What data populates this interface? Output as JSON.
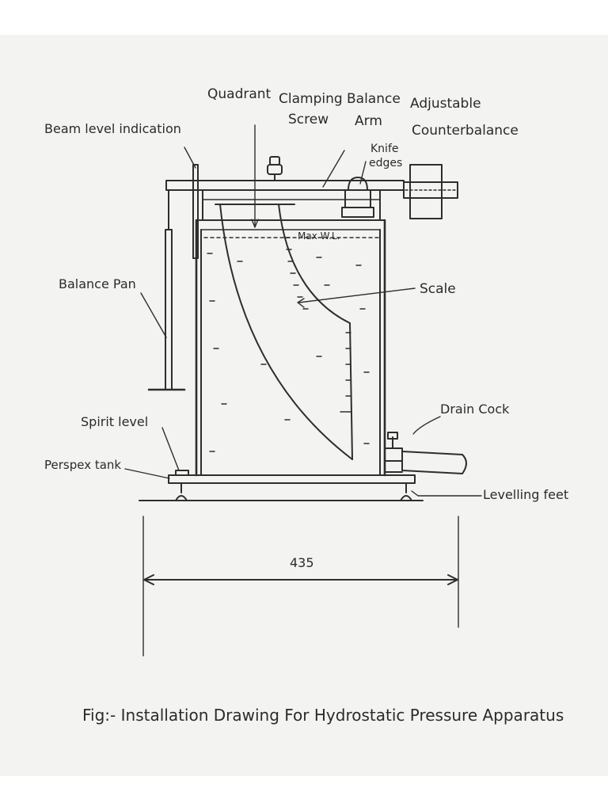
{
  "labels": {
    "quadrant": "Quadrant",
    "clamping_screw_1": "Clamping",
    "clamping_screw_2": "Screw",
    "balance_arm_1": "Balance",
    "balance_arm_2": "Arm",
    "adjustable_1": "Adjustable",
    "adjustable_2": "Counterbalance",
    "beam_level": "Beam level indication",
    "knife_1": "Knife",
    "knife_2": "edges",
    "max_wl": "Max W.L.",
    "balance_pan": "Balance Pan",
    "scale": "Scale",
    "drain_cock": "Drain Cock",
    "spirit_level": "Spirit level",
    "perspex_tank": "Perspex tank",
    "levelling_feet": "Levelling feet",
    "dimension": "435"
  },
  "caption": "Fig:- Installation Drawing For Hydrostatic Pressure Apparatus",
  "colors": {
    "ink": "#2e2e2e",
    "paper": "#f3f3f1"
  }
}
